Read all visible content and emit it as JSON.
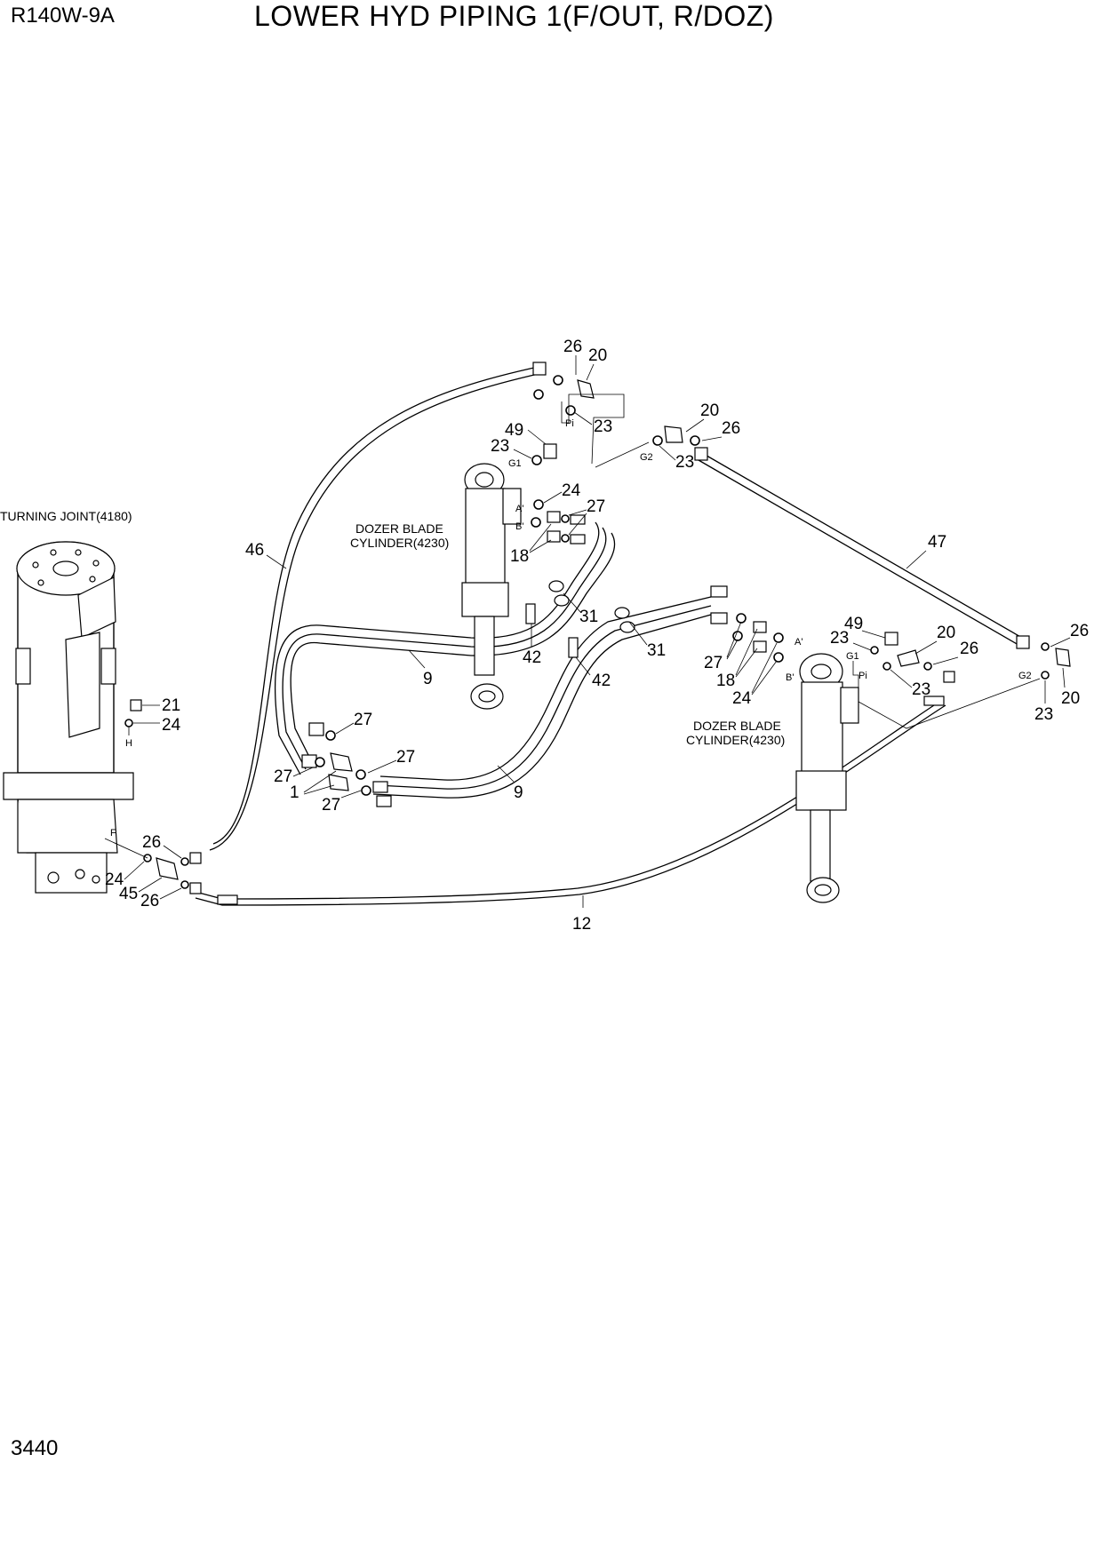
{
  "header": {
    "model": "R140W-9A",
    "title": "LOWER HYD PIPING 1(F/OUT, R/DOZ)"
  },
  "footer": {
    "page_number": "3440"
  },
  "components": {
    "turning_joint": "TURNING JOINT(4180)",
    "cylinder_left_line1": "DOZER BLADE",
    "cylinder_left_line2": "CYLINDER(4230)",
    "cylinder_right_line1": "DOZER BLADE",
    "cylinder_right_line2": "CYLINDER(4230)"
  },
  "ports": {
    "pi_left": "Pi",
    "g1_left": "G1",
    "g2_left": "G2",
    "a_left": "A'",
    "b_left": "B'",
    "pi_right": "Pi",
    "g1_right": "G1",
    "g2_right": "G2",
    "a_right": "A'",
    "b_right": "B'",
    "h_port": "H",
    "f_port": "F"
  },
  "callouts": {
    "c26_top": "26",
    "c20_top": "20",
    "c23_top": "23",
    "c20_mid": "20",
    "c26_mid": "26",
    "c23_mid": "23",
    "c49_left": "49",
    "c23_left": "23",
    "c24_left": "24",
    "c27_left": "27",
    "c18_left": "18",
    "c46": "46",
    "c47": "47",
    "c31_a": "31",
    "c31_b": "31",
    "c42_a": "42",
    "c42_b": "42",
    "c9_a": "9",
    "c9_b": "9",
    "c27_r": "27",
    "c18_r": "18",
    "c24_r": "24",
    "c49_right": "49",
    "c23_right": "23",
    "c20_right": "20",
    "c26_right": "26",
    "c23_right2": "23",
    "c26_far": "26",
    "c23_far": "23",
    "c20_far": "20",
    "c21": "21",
    "c24_tj": "24",
    "c27_m1": "27",
    "c27_m2": "27",
    "c27_m3": "27",
    "c27_m4": "27",
    "c1": "1",
    "c26_bl1": "26",
    "c24_bl": "24",
    "c45": "45",
    "c26_bl2": "26",
    "c12": "12"
  }
}
